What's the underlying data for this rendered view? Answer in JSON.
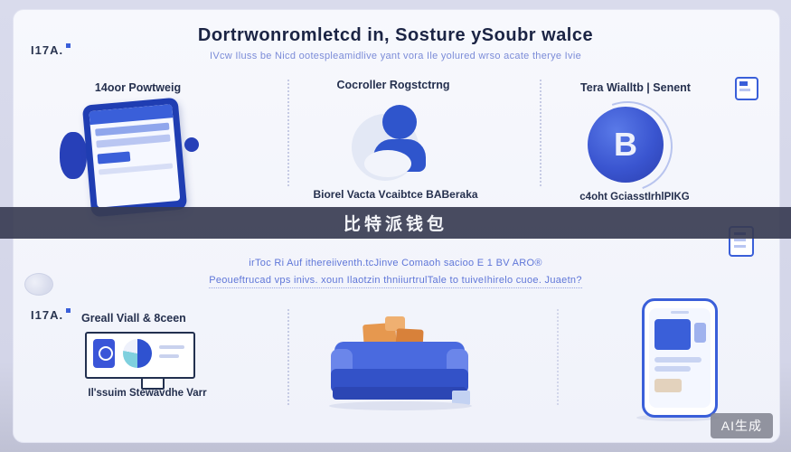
{
  "header": {
    "title": "Dortrwonromletcd in, Sosture ySoubr walce",
    "subtitle": "IVcw Iluss be Nicd ootespleamidlive yant vora Ile yolured wrso acate therye Ivie",
    "logo": "I17A."
  },
  "top_columns": {
    "left": {
      "label": "14oor Powtweig"
    },
    "middle": {
      "label": "Cocroller Rogstctrng",
      "caption": "Biorel Vacta Vcaibtce BABeraka"
    },
    "right": {
      "label": "Tera Wialltb | Senent",
      "caption": "c4oht GciasstIrhlPIKG",
      "coin_letter": "B"
    }
  },
  "banner": {
    "label": "比特派钱包"
  },
  "mid_text": {
    "line1": "irToc Ri Auf ithereiiventh.tcJinve Comaoh sacioo E 1 BV ARO®",
    "line2": "Peoueftrucad vps inivs. xoun Ilaotzin thniiurtrulTale to tuiveIhirelo cuoe. Juaetn?"
  },
  "bottom_columns": {
    "left": {
      "logo": "I17A.",
      "label": "Greall Viall & 8ceen",
      "caption": "Il'ssuim Stewavdhe Varr"
    }
  },
  "watermark": {
    "label": "AI生成"
  }
}
